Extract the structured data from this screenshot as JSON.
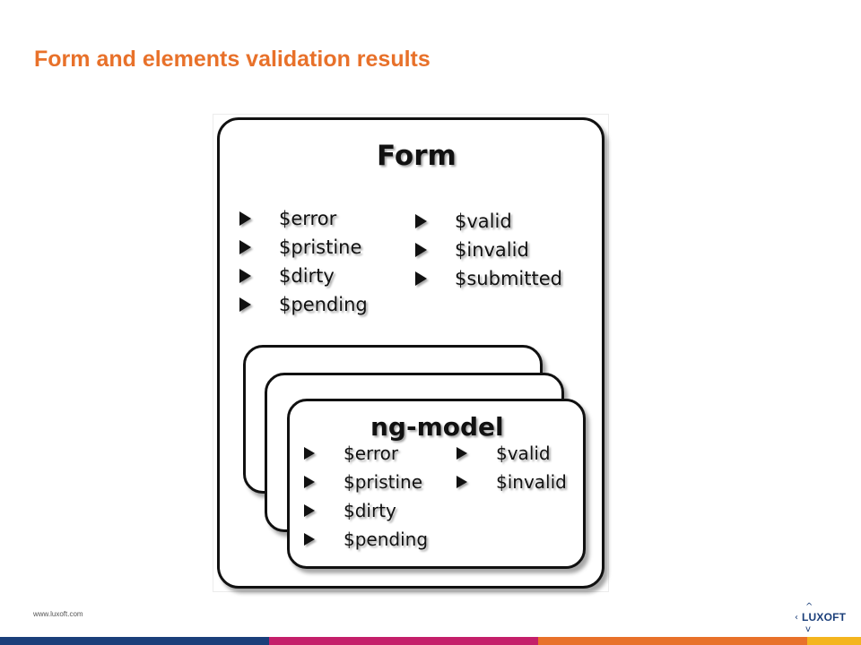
{
  "slide": {
    "title": "Form and elements validation results"
  },
  "diagram": {
    "form": {
      "heading": "Form",
      "left_items": [
        "$error",
        "$pristine",
        "$dirty",
        "$pending"
      ],
      "right_items": [
        "$valid",
        "$invalid",
        "$submitted"
      ]
    },
    "ng_model": {
      "heading": "ng-model",
      "left_items": [
        "$error",
        "$pristine",
        "$dirty",
        "$pending"
      ],
      "right_items": [
        "$valid",
        "$invalid"
      ]
    }
  },
  "footer": {
    "url": "www.luxoft.com",
    "logo_text": "LUXOFT",
    "bar_colors": [
      "#1b3f7a",
      "#c41f6a",
      "#e8712a",
      "#f4b51e"
    ]
  },
  "colors": {
    "title": "#e8712a",
    "brand": "#1b3f7a"
  },
  "icons": {
    "bullet": "arrowhead-bullet-icon",
    "logo": "luxoft-logo-icon"
  }
}
